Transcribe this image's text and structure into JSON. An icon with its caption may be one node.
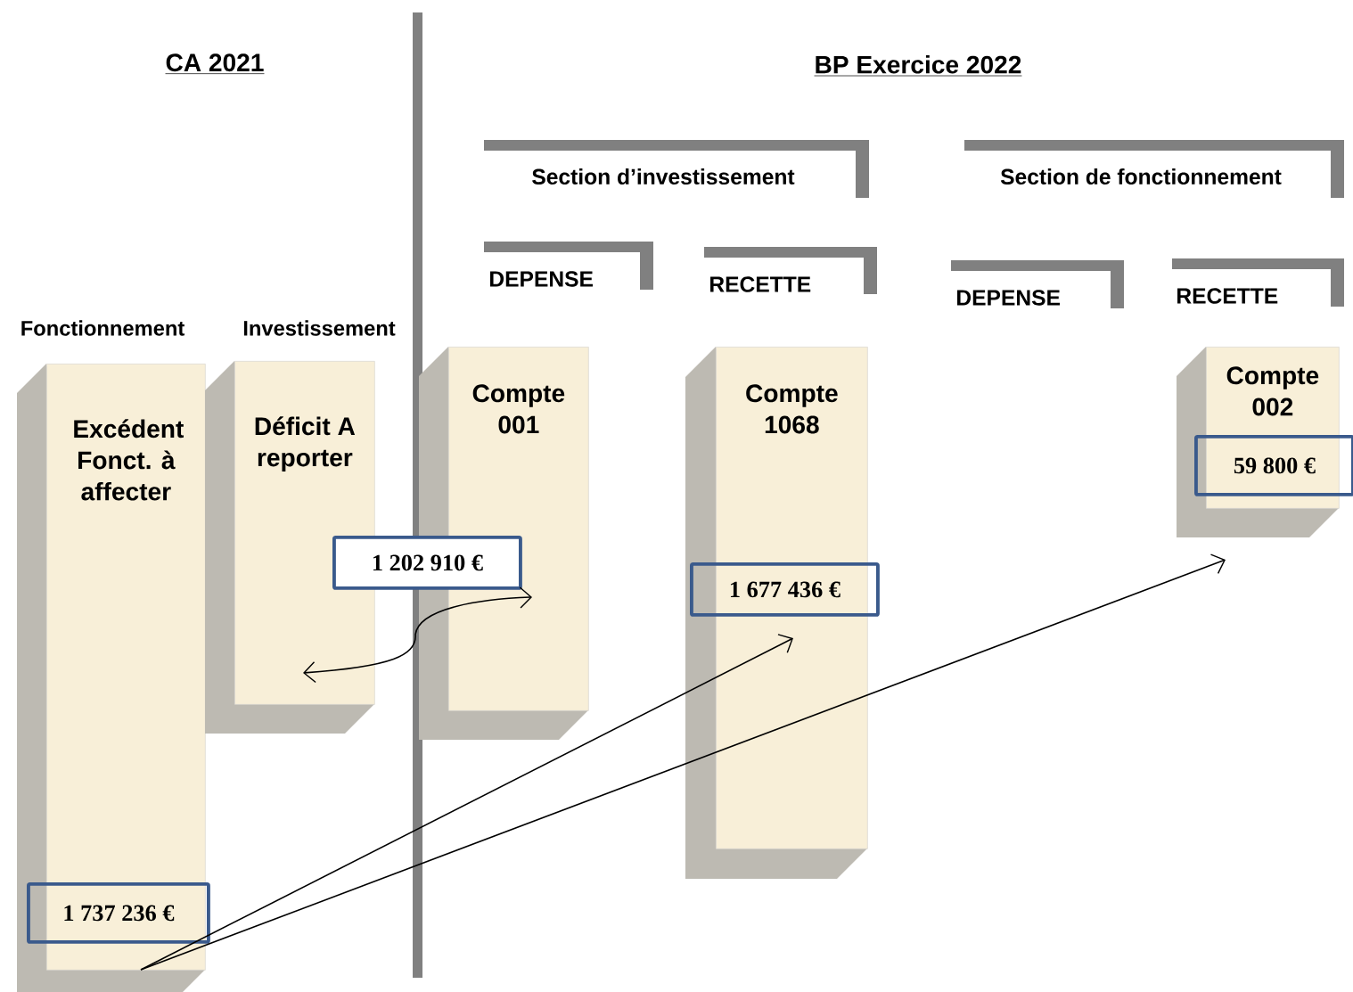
{
  "diagram": {
    "nodes": [
      {
        "text": [
          "Section d’investissement"
        ]
      },
      {
        "text": [
          "Section de fonctionnement"
        ]
      },
      {
        "text": [
          "DEPENSE"
        ]
      },
      {
        "text": [
          "RECETTE"
        ]
      },
      {
        "text": [
          "DEPENSE"
        ]
      },
      {
        "text": [
          "RECETTE"
        ]
      },
      {
        "text": [
          "Excédent Fonct. à affecter"
        ]
      },
      {
        "text": [
          "Déficit A reporter"
        ]
      },
      {
        "text": [
          "Compte 001"
        ]
      },
      {
        "text": [
          "Compte 1068"
        ]
      },
      {
        "text": [
          "Compte 002"
        ]
      },
      {
        "text": [
          "1 202 910 €"
        ]
      },
      {
        "text": [
          "1 677 436 €"
        ],
        "in": 9
      },
      {
        "text": [
          "59 800 €"
        ]
      },
      {
        "text": [
          "1 737 236 €"
        ],
        "in": 6
      }
    ],
    "edges": [
      {
        "from": 7,
        "to": 8,
        "arrow": "both"
      },
      {
        "from": 6,
        "to": 9,
        "arrow": "to"
      },
      {
        "from": 6,
        "to": 10,
        "arrow": "to"
      }
    ],
    "labels": [
      "CA 2021",
      "BP Exercice 2022",
      "Fonctionnement",
      "Investissement"
    ]
  }
}
